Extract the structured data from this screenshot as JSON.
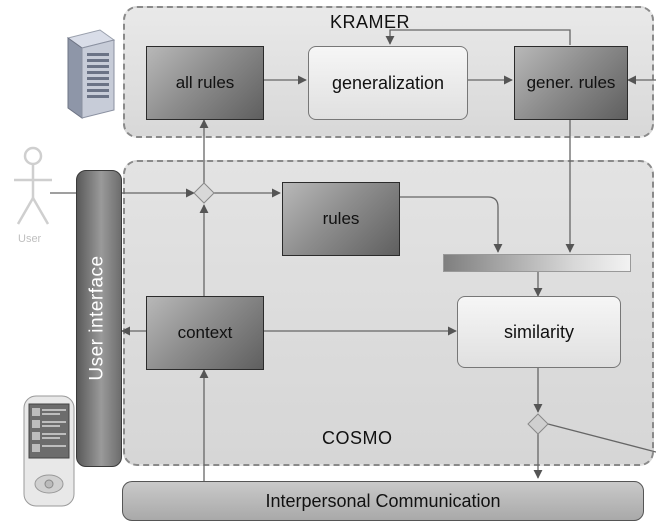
{
  "kramer": {
    "title": "KRAMER",
    "all_rules": "all rules",
    "generalization": "generalization",
    "gener_rules": "gener. rules"
  },
  "cosmo": {
    "title": "COSMO",
    "rules": "rules",
    "context": "context",
    "similarity": "similarity"
  },
  "user_interface": "User interface",
  "interpersonal": "Interpersonal Communication",
  "user_label": "User"
}
